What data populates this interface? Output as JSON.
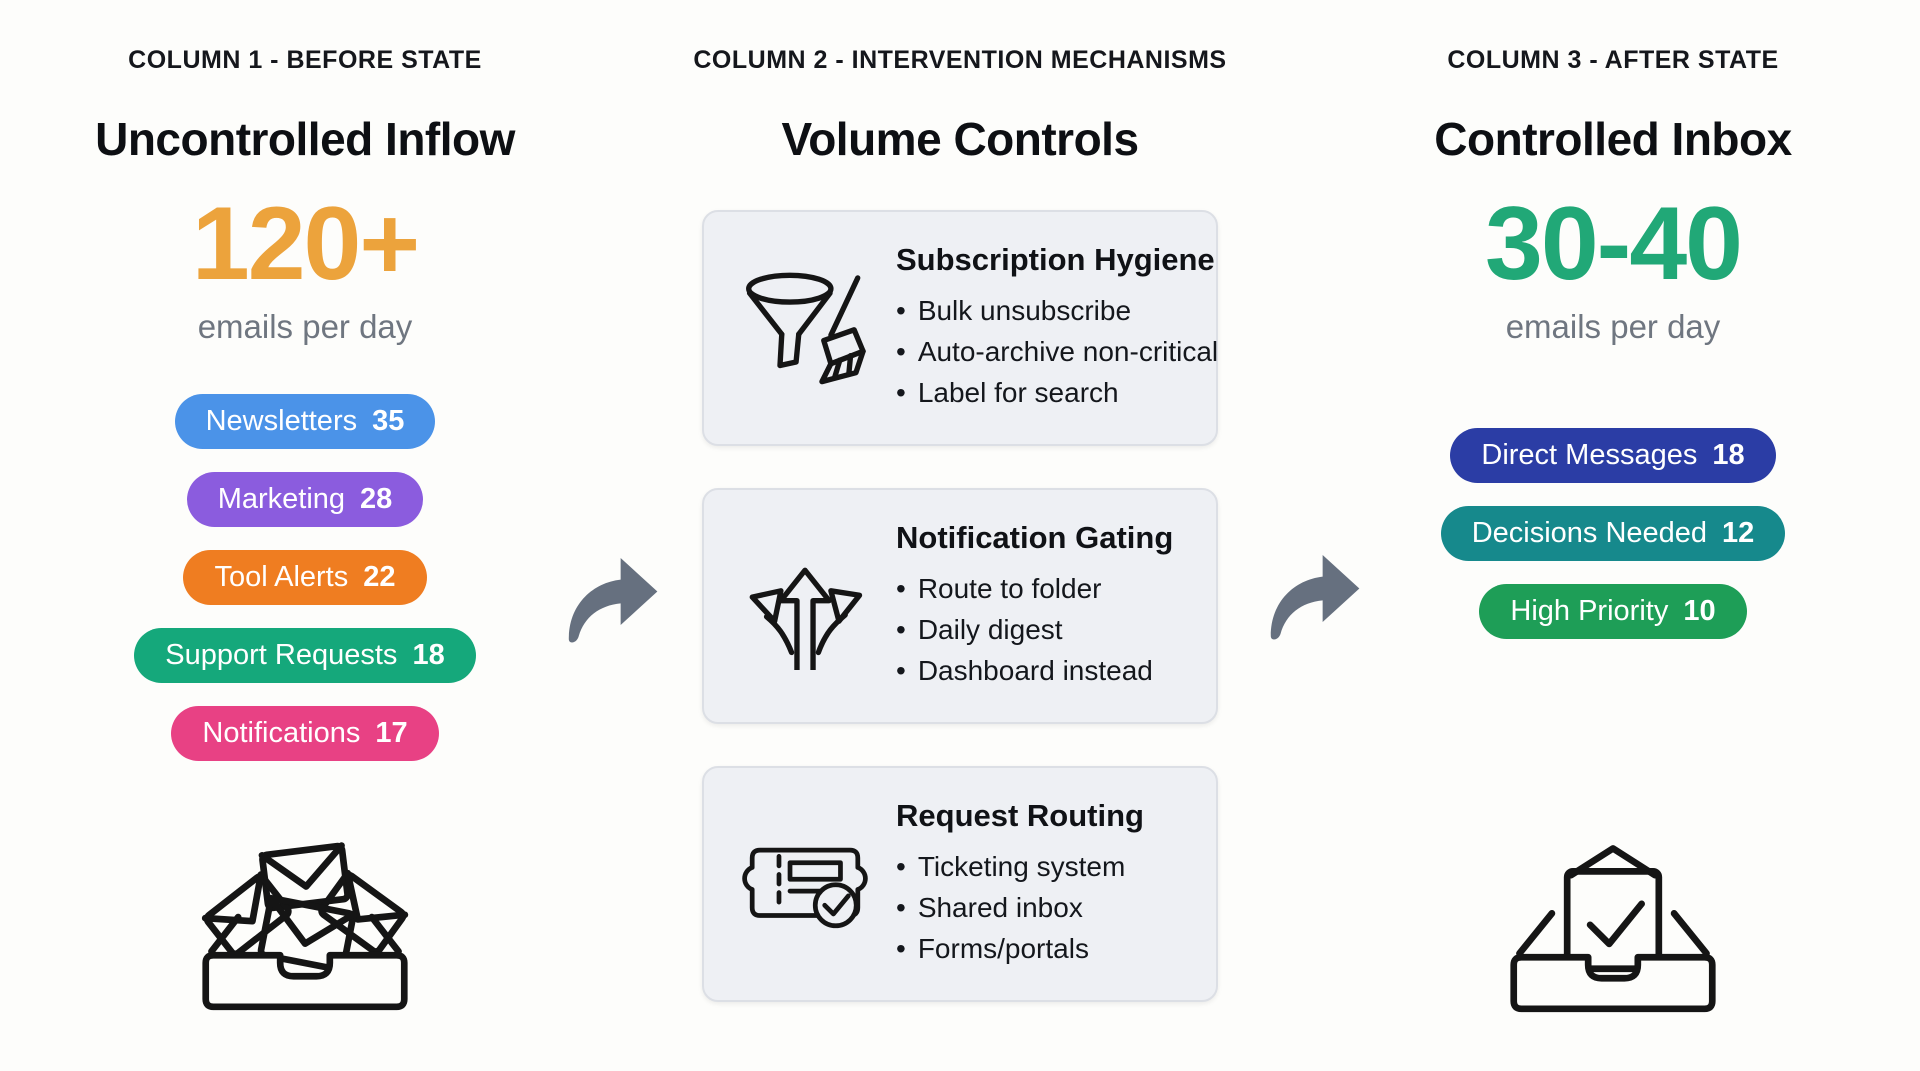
{
  "page": {
    "background": "#FDFDFB"
  },
  "arrow": {
    "color": "#66707F"
  },
  "columns": [
    {
      "kicker": "COLUMN 1 - BEFORE STATE",
      "title": "Uncontrolled Inflow",
      "metric": {
        "value": "120+",
        "unit": "emails per day",
        "color": "#ECA33C"
      },
      "pills": [
        {
          "label": "Newsletters",
          "count": "35",
          "color": "#4B93E8"
        },
        {
          "label": "Marketing",
          "count": "28",
          "color": "#8B5CDE"
        },
        {
          "label": "Tool Alerts",
          "count": "22",
          "color": "#EF7D21"
        },
        {
          "label": "Support Requests",
          "count": "18",
          "color": "#15A87B"
        },
        {
          "label": "Notifications",
          "count": "17",
          "color": "#E84184"
        }
      ],
      "icon": "overflowing-inbox-icon"
    },
    {
      "kicker": "COLUMN 2 - INTERVENTION MECHANISMS",
      "title": "Volume Controls",
      "cards": [
        {
          "icon": "funnel-broom-icon",
          "title": "Subscription Hygiene",
          "bullets": [
            "Bulk unsubscribe",
            "Auto-archive non-critical",
            "Label for search"
          ]
        },
        {
          "icon": "branching-arrows-icon",
          "title": "Notification Gating",
          "bullets": [
            "Route to folder",
            "Daily digest",
            "Dashboard instead"
          ]
        },
        {
          "icon": "ticket-check-icon",
          "title": "Request Routing",
          "bullets": [
            "Ticketing system",
            "Shared inbox",
            "Forms/portals"
          ]
        }
      ]
    },
    {
      "kicker": "COLUMN 3 - AFTER STATE",
      "title": "Controlled Inbox",
      "metric": {
        "value": "30-40",
        "unit": "emails per day",
        "color": "#21A877"
      },
      "pills": [
        {
          "label": "Direct Messages",
          "count": "18",
          "color": "#2B3DA5"
        },
        {
          "label": "Decisions Needed",
          "count": "12",
          "color": "#16898C"
        },
        {
          "label": "High Priority",
          "count": "10",
          "color": "#1E9E57"
        }
      ],
      "icon": "inbox-check-icon"
    }
  ]
}
